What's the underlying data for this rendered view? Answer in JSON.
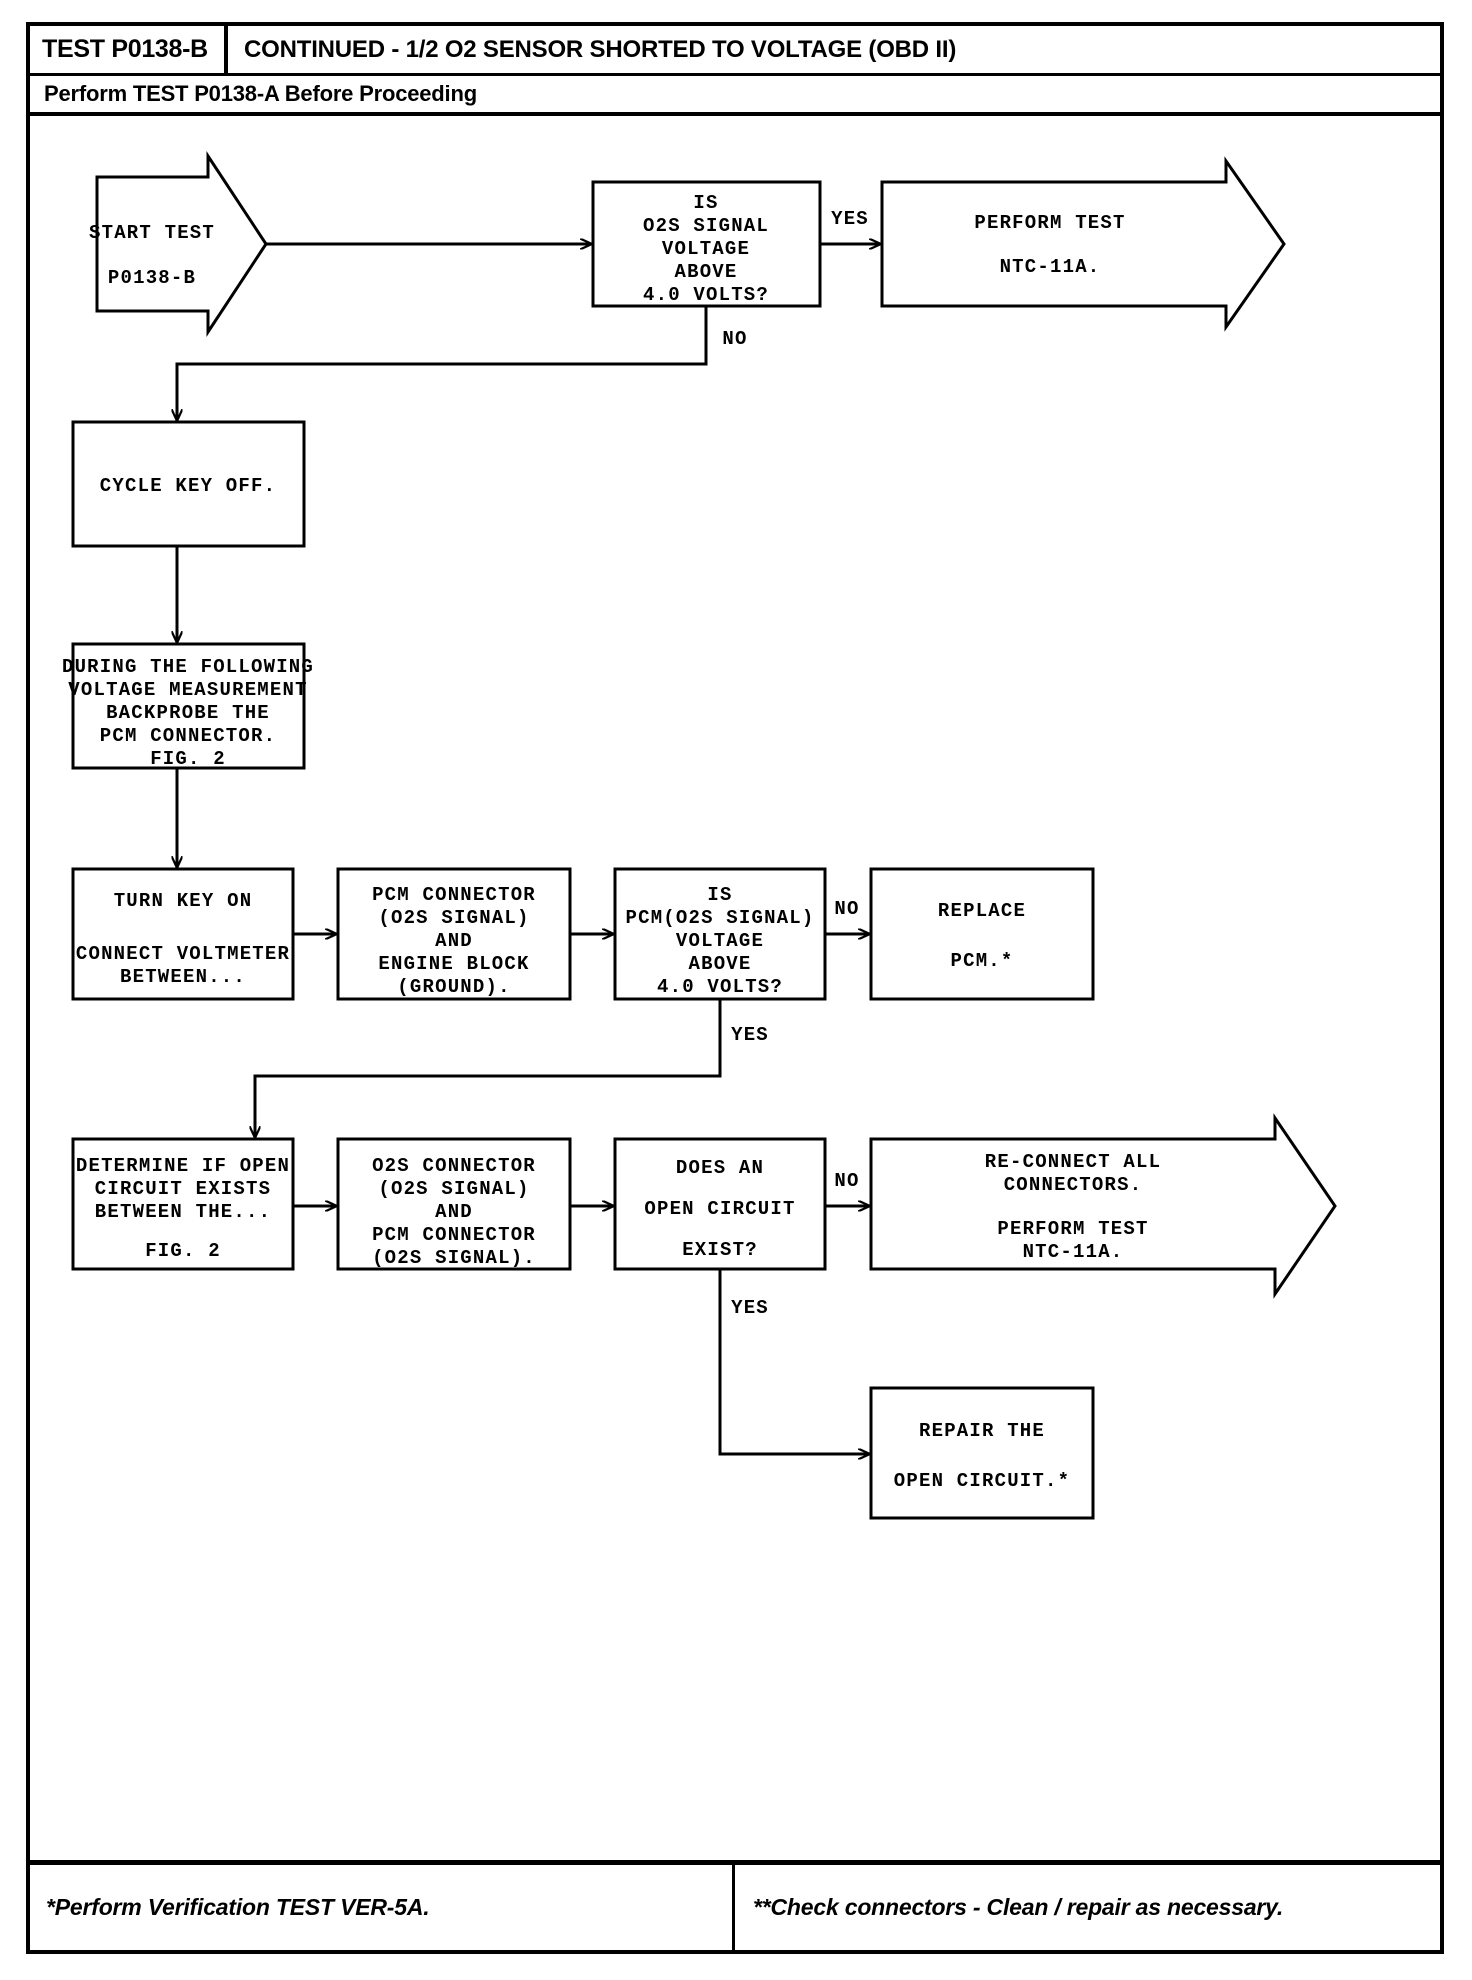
{
  "header": {
    "test_id": "TEST P0138-B",
    "title": "CONTINUED - 1/2 O2 SENSOR SHORTED TO VOLTAGE (OBD II)",
    "subtitle": "Perform TEST P0138-A Before Proceeding"
  },
  "footer": {
    "left_note": "*Perform Verification TEST VER-5A.",
    "right_note": "**Check connectors - Clean / repair as necessary."
  },
  "chart_data": {
    "type": "diagram",
    "diagram_kind": "flowchart",
    "nodes": [
      {
        "id": "start",
        "shape": "arrow-pentagon",
        "lines": [
          "START TEST",
          "",
          "P0138-B"
        ]
      },
      {
        "id": "q1",
        "shape": "rect",
        "lines": [
          "IS",
          "O2S SIGNAL",
          "VOLTAGE",
          "ABOVE",
          "4.0 VOLTS?"
        ]
      },
      {
        "id": "ntc11a-top",
        "shape": "arrow-pentagon",
        "lines": [
          "PERFORM TEST",
          "",
          "NTC-11A."
        ]
      },
      {
        "id": "cyclekey",
        "shape": "rect",
        "lines": [
          "CYCLE KEY OFF."
        ]
      },
      {
        "id": "backprobe",
        "shape": "rect",
        "lines": [
          "DURING THE FOLLOWING",
          "VOLTAGE MEASUREMENT",
          "BACKPROBE THE",
          "PCM CONNECTOR.",
          "FIG. 2"
        ]
      },
      {
        "id": "turnkey",
        "shape": "rect",
        "lines": [
          "TURN KEY ON",
          "",
          "CONNECT VOLTMETER",
          "BETWEEN..."
        ]
      },
      {
        "id": "pcmconn",
        "shape": "rect",
        "lines": [
          "PCM CONNECTOR",
          "(O2S SIGNAL)",
          "AND",
          "ENGINE BLOCK",
          "(GROUND)."
        ]
      },
      {
        "id": "q2",
        "shape": "rect",
        "lines": [
          "IS",
          "PCM(O2S SIGNAL)",
          "VOLTAGE",
          "ABOVE",
          "4.0 VOLTS?"
        ]
      },
      {
        "id": "replacepcm",
        "shape": "rect",
        "lines": [
          "REPLACE",
          "",
          "PCM.*"
        ]
      },
      {
        "id": "determine",
        "shape": "rect",
        "lines": [
          "DETERMINE IF OPEN",
          "CIRCUIT EXISTS",
          "BETWEEN THE...",
          "",
          "FIG. 2"
        ]
      },
      {
        "id": "o2sconn",
        "shape": "rect",
        "lines": [
          "O2S CONNECTOR",
          "(O2S SIGNAL)",
          "AND",
          "PCM CONNECTOR",
          "(O2S SIGNAL)."
        ]
      },
      {
        "id": "q3",
        "shape": "rect",
        "lines": [
          "DOES AN",
          "",
          "OPEN CIRCUIT",
          "",
          "EXIST?"
        ]
      },
      {
        "id": "reconnect",
        "shape": "arrow-pentagon",
        "lines": [
          "RE-CONNECT ALL",
          "CONNECTORS.",
          "",
          "PERFORM TEST",
          "NTC-11A."
        ]
      },
      {
        "id": "repair",
        "shape": "rect",
        "lines": [
          "REPAIR THE",
          "",
          "OPEN CIRCUIT.*"
        ]
      }
    ],
    "edges": [
      {
        "from": "start",
        "to": "q1",
        "label": ""
      },
      {
        "from": "q1",
        "to": "ntc11a-top",
        "label": "YES"
      },
      {
        "from": "q1",
        "to": "cyclekey",
        "label": "NO"
      },
      {
        "from": "cyclekey",
        "to": "backprobe",
        "label": ""
      },
      {
        "from": "backprobe",
        "to": "turnkey",
        "label": ""
      },
      {
        "from": "turnkey",
        "to": "pcmconn",
        "label": ""
      },
      {
        "from": "pcmconn",
        "to": "q2",
        "label": ""
      },
      {
        "from": "q2",
        "to": "replacepcm",
        "label": "NO"
      },
      {
        "from": "q2",
        "to": "determine",
        "label": "YES"
      },
      {
        "from": "determine",
        "to": "o2sconn",
        "label": ""
      },
      {
        "from": "o2sconn",
        "to": "q3",
        "label": ""
      },
      {
        "from": "q3",
        "to": "reconnect",
        "label": "NO"
      },
      {
        "from": "q3",
        "to": "repair",
        "label": "YES"
      }
    ],
    "edge_labels": [
      "YES",
      "NO",
      "NO",
      "YES",
      "NO",
      "YES"
    ]
  },
  "nodes": {
    "start": {
      "l0": "START TEST",
      "l1": "P0138-B"
    },
    "q1": {
      "l0": "IS",
      "l1": "O2S SIGNAL",
      "l2": "VOLTAGE",
      "l3": "ABOVE",
      "l4": "4.0 VOLTS?"
    },
    "ntc11a_top": {
      "l0": "PERFORM TEST",
      "l1": "NTC-11A."
    },
    "cyclekey": {
      "l0": "CYCLE KEY OFF."
    },
    "backprobe": {
      "l0": "DURING THE FOLLOWING",
      "l1": "VOLTAGE MEASUREMENT",
      "l2": "BACKPROBE THE",
      "l3": "PCM CONNECTOR.",
      "l4": "FIG. 2"
    },
    "turnkey": {
      "l0": "TURN KEY ON",
      "l1": "CONNECT VOLTMETER",
      "l2": "BETWEEN..."
    },
    "pcmconn": {
      "l0": "PCM CONNECTOR",
      "l1": "(O2S SIGNAL)",
      "l2": "AND",
      "l3": "ENGINE BLOCK",
      "l4": "(GROUND)."
    },
    "q2": {
      "l0": "IS",
      "l1": "PCM(O2S SIGNAL)",
      "l2": "VOLTAGE",
      "l3": "ABOVE",
      "l4": "4.0 VOLTS?"
    },
    "replacepcm": {
      "l0": "REPLACE",
      "l1": "PCM.*"
    },
    "determine": {
      "l0": "DETERMINE IF OPEN",
      "l1": "CIRCUIT EXISTS",
      "l2": "BETWEEN THE...",
      "l3": "FIG. 2"
    },
    "o2sconn": {
      "l0": "O2S CONNECTOR",
      "l1": "(O2S SIGNAL)",
      "l2": "AND",
      "l3": "PCM CONNECTOR",
      "l4": "(O2S SIGNAL)."
    },
    "q3": {
      "l0": "DOES AN",
      "l1": "OPEN CIRCUIT",
      "l2": "EXIST?"
    },
    "reconnect": {
      "l0": "RE-CONNECT ALL",
      "l1": "CONNECTORS.",
      "l2": "PERFORM TEST",
      "l3": "NTC-11A."
    },
    "repair": {
      "l0": "REPAIR THE",
      "l1": "OPEN CIRCUIT.*"
    }
  },
  "labels": {
    "yes1": "YES",
    "no1": "NO",
    "no2": "NO",
    "yes2": "YES",
    "no3": "NO",
    "yes3": "YES"
  },
  "colors": {
    "ink": "#000000",
    "paper": "#ffffff"
  }
}
